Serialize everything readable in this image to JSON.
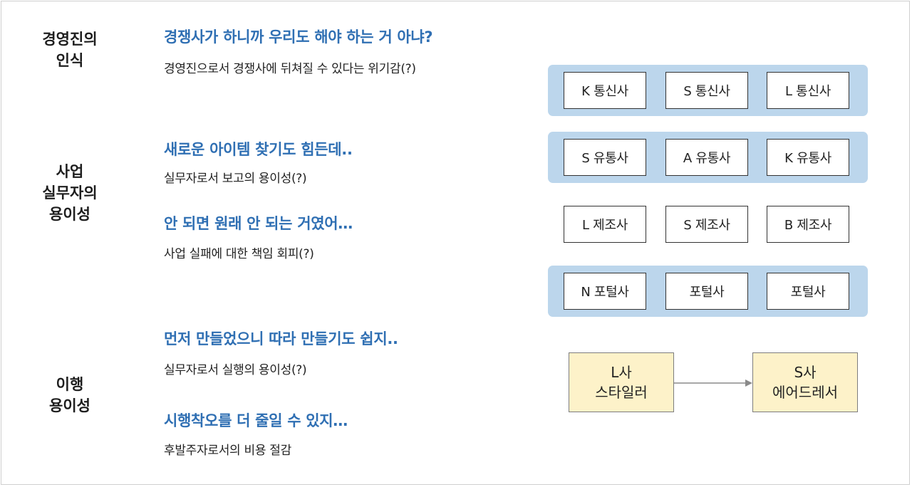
{
  "categories": [
    {
      "line1": "경영진의",
      "line2": "인식",
      "line3": ""
    },
    {
      "line1": "사업",
      "line2": "실무자의",
      "line3": "용이성"
    },
    {
      "line1": "이행",
      "line2": "용이성",
      "line3": ""
    }
  ],
  "reasons": [
    {
      "heading": "경쟁사가 하니까 우리도 해야 하는 거 아냐?",
      "sub": "경영진으로서 경쟁사에 뒤쳐질 수 있다는 위기감(?)"
    },
    {
      "heading": "새로운 아이템 찾기도 힘든데..",
      "sub": "실무자로서 보고의 용이성(?)"
    },
    {
      "heading": "안 되면 원래 안 되는 거였어…",
      "sub": "사업 실패에 대한 책임 회피(?)"
    },
    {
      "heading": "먼저 만들었으니 따라 만들기도 쉽지..",
      "sub": "실무자로서 실행의 용이성(?)"
    },
    {
      "heading": "시행착오를 더 줄일 수 있지…",
      "sub": "후발주자로서의 비용 절감"
    }
  ],
  "company_rows": [
    {
      "highlighted": true,
      "companies": [
        "K 통신사",
        "S 통신사",
        "L 통신사"
      ]
    },
    {
      "highlighted": true,
      "companies": [
        "S 유통사",
        "A 유통사",
        "K 유통사"
      ]
    },
    {
      "highlighted": false,
      "companies": [
        "L 제조사",
        "S 제조사",
        "B 제조사"
      ]
    },
    {
      "highlighted": true,
      "companies": [
        "N 포털사",
        "포털사",
        "포털사"
      ]
    }
  ],
  "flow": {
    "from": {
      "line1": "L사",
      "line2": "스타일러"
    },
    "to": {
      "line1": "S사",
      "line2": "에어드레서"
    }
  },
  "colors": {
    "heading": "#2f6fb3",
    "band": "#bcd6ec",
    "flow_box": "#fdf2c9"
  }
}
